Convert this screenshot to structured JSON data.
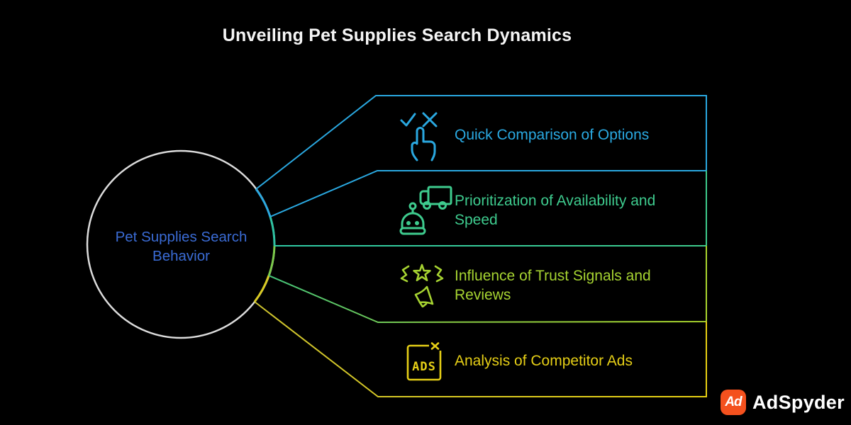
{
  "title": "Unveiling Pet Supplies Search Dynamics",
  "center": {
    "line1": "Pet Supplies",
    "line2": "Search Behavior",
    "text_color": "#3a6bd4",
    "circle_color": "#dcdcdc"
  },
  "branches": [
    {
      "line1": "Quick Comparison of Options",
      "line2": "",
      "color": "#2aa9e1",
      "icon": "choice-hand-check-x-icon"
    },
    {
      "line1": "Prioritization of Availability and",
      "line2": "Speed",
      "color": "#3ecb8e",
      "icon": "delivery-robot-truck-icon"
    },
    {
      "line1": "Influence of Trust Signals and",
      "line2": "Reviews",
      "color": "#a6d331",
      "icon": "star-reviews-megaphone-icon"
    },
    {
      "line1": "Analysis of Competitor Ads",
      "line2": "",
      "color": "#e5ce16",
      "icon": "ads-box-icon",
      "icon_text": "ADS"
    }
  ],
  "logo": {
    "mark": "Ad",
    "name": "AdSpyder",
    "mark_bg": "#f4511e",
    "text_color": "#ffffff"
  }
}
